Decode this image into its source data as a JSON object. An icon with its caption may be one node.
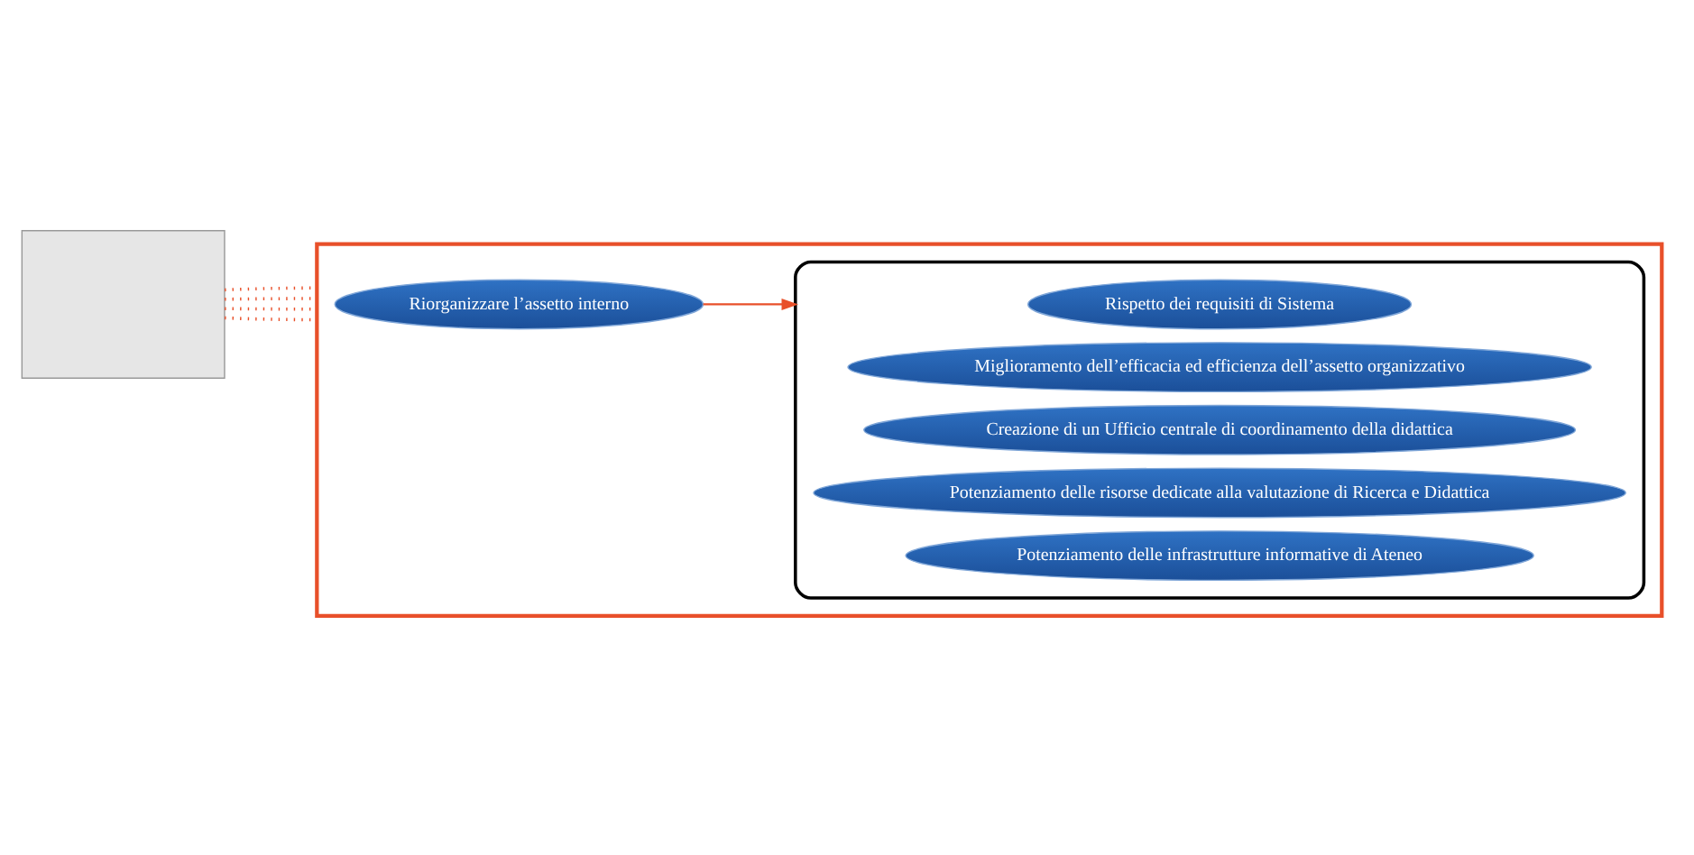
{
  "diagram": {
    "nodes": [
      {
        "text": [],
        "shape": "box"
      },
      {
        "text": [
          "Riorganizzare l’assetto interno"
        ],
        "in": 0
      },
      {
        "text": [],
        "shape": "box",
        "in": 0
      },
      {
        "text": [
          "Rispetto dei requisiti di Sistema"
        ],
        "in": 2
      },
      {
        "text": [
          "Miglioramento dell’efficacia ed efficienza dell’assetto organizzativo"
        ],
        "in": 2
      },
      {
        "text": [
          "Creazione di un Ufficio centrale di coordinamento della didattica"
        ],
        "in": 2
      },
      {
        "text": [
          "Potenziamento delle risorse dedicate alla valutazione di Ricerca e Didattica"
        ],
        "in": 2
      },
      {
        "text": [
          "Potenziamento delle infrastrutture informative di Ateneo"
        ],
        "in": 2
      },
      {
        "text": [],
        "shape": "box"
      }
    ],
    "edges": [
      {
        "from": 1,
        "to": 2,
        "arrow": "to",
        "color": "#e8502a"
      },
      {
        "from": 8,
        "to": 0,
        "arrow": "none",
        "style": "dashed",
        "color": "#e8502a"
      },
      {
        "from": 8,
        "to": 0,
        "arrow": "none",
        "style": "dashed",
        "color": "#e8502a"
      },
      {
        "from": 8,
        "to": 0,
        "arrow": "none",
        "style": "dashed",
        "color": "#e8502a"
      },
      {
        "from": 8,
        "to": 0,
        "arrow": "none",
        "style": "dashed",
        "color": "#e8502a"
      }
    ]
  }
}
